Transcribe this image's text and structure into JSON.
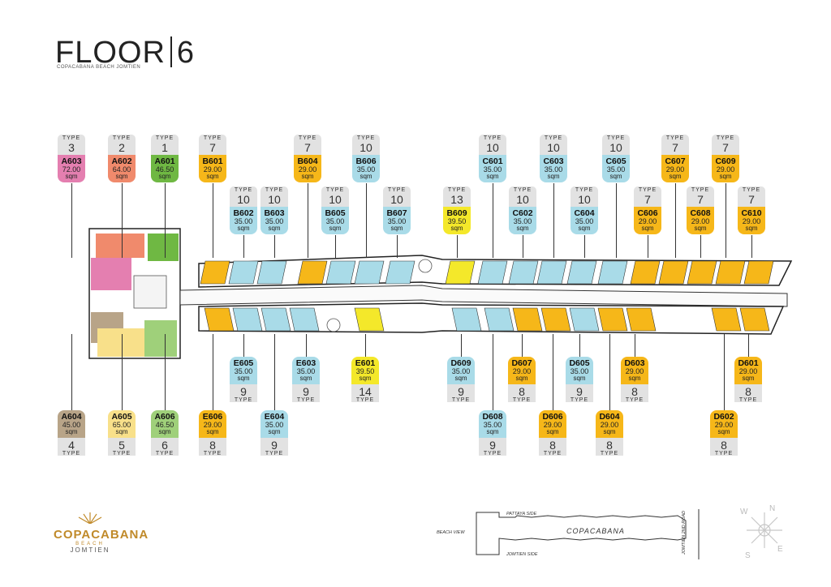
{
  "header": {
    "title_word": "FLOOR",
    "title_number": "6",
    "subtitle": "COPACABANA BEACH JOMTIEN"
  },
  "type_word": "TYPE",
  "sqm_word": "sqm",
  "colors": {
    "type_1": "#6fb843",
    "type_2": "#f08a6c",
    "type_3": "#e47fb0",
    "type_4": "#b8a488",
    "type_5": "#f8e08a",
    "type_6": "#9fd07a",
    "type_7": "#f6b719",
    "type_8": "#f6b719",
    "type_9": "#a9dbe8",
    "type_10": "#a9dbe8",
    "type_13": "#f4e82a",
    "type_14": "#f4e82a",
    "tag_grey": "#e2e2e2"
  },
  "top_units": [
    {
      "id": "A603",
      "type": "3",
      "size": "72.00",
      "sqm": "sqm"
    },
    {
      "id": "A602",
      "type": "2",
      "size": "64.00",
      "sqm": "sqm"
    },
    {
      "id": "A601",
      "type": "1",
      "size": "46.50",
      "sqm": "sqm"
    },
    {
      "id": "B601",
      "type": "7",
      "size": "29.00",
      "sqm": "sqm"
    },
    {
      "id": "B602",
      "type": "10",
      "size": "35.00",
      "sqm": "sqm"
    },
    {
      "id": "B603",
      "type": "10",
      "size": "35.00",
      "sqm": "sqm"
    },
    {
      "id": "B604",
      "type": "7",
      "size": "29.00",
      "sqm": "sqm"
    },
    {
      "id": "B605",
      "type": "10",
      "size": "35.00",
      "sqm": "sqm"
    },
    {
      "id": "B606",
      "type": "10",
      "size": "35.00",
      "sqm": "sqm"
    },
    {
      "id": "B607",
      "type": "10",
      "size": "35.00",
      "sqm": "sqm"
    },
    {
      "id": "B609",
      "type": "13",
      "size": "39.50",
      "sqm": "sqm"
    },
    {
      "id": "C601",
      "type": "10",
      "size": "35.00",
      "sqm": "sqm"
    },
    {
      "id": "C602",
      "type": "10",
      "size": "35.00",
      "sqm": "sqm"
    },
    {
      "id": "C603",
      "type": "10",
      "size": "35.00",
      "sqm": "sqm"
    },
    {
      "id": "C604",
      "type": "10",
      "size": "35.00",
      "sqm": "sqm"
    },
    {
      "id": "C605",
      "type": "10",
      "size": "35.00",
      "sqm": "sqm"
    },
    {
      "id": "C606",
      "type": "7",
      "size": "29.00",
      "sqm": "sqm"
    },
    {
      "id": "C607",
      "type": "7",
      "size": "29.00",
      "sqm": "sqm"
    },
    {
      "id": "C608",
      "type": "7",
      "size": "29.00",
      "sqm": "sqm"
    },
    {
      "id": "C609",
      "type": "7",
      "size": "29.00",
      "sqm": "sqm"
    },
    {
      "id": "C610",
      "type": "7",
      "size": "29.00",
      "sqm": "sqm"
    }
  ],
  "bottom_units": [
    {
      "id": "A604",
      "type": "4",
      "size": "45.00",
      "sqm": "sqm"
    },
    {
      "id": "A605",
      "type": "5",
      "size": "65.00",
      "sqm": "sqm"
    },
    {
      "id": "A606",
      "type": "6",
      "size": "46.50",
      "sqm": "sqm"
    },
    {
      "id": "E606",
      "type": "8",
      "size": "29.00",
      "sqm": "sqm"
    },
    {
      "id": "E605",
      "type": "9",
      "size": "35.00",
      "sqm": "sqm"
    },
    {
      "id": "E604",
      "type": "9",
      "size": "35.00",
      "sqm": "sqm"
    },
    {
      "id": "E603",
      "type": "9",
      "size": "35.00",
      "sqm": "sqm"
    },
    {
      "id": "E601",
      "type": "14",
      "size": "39.50",
      "sqm": "sqm"
    },
    {
      "id": "D609",
      "type": "9",
      "size": "35.00",
      "sqm": "sqm"
    },
    {
      "id": "D608",
      "type": "9",
      "size": "35.00",
      "sqm": "sqm"
    },
    {
      "id": "D607",
      "type": "8",
      "size": "29.00",
      "sqm": "sqm"
    },
    {
      "id": "D606",
      "type": "8",
      "size": "29.00",
      "sqm": "sqm"
    },
    {
      "id": "D605",
      "type": "9",
      "size": "35.00",
      "sqm": "sqm"
    },
    {
      "id": "D604",
      "type": "8",
      "size": "29.00",
      "sqm": "sqm"
    },
    {
      "id": "D603",
      "type": "8",
      "size": "29.00",
      "sqm": "sqm"
    },
    {
      "id": "D602",
      "type": "8",
      "size": "29.00",
      "sqm": "sqm"
    },
    {
      "id": "D601",
      "type": "8",
      "size": "29.00",
      "sqm": "sqm"
    }
  ],
  "logo": {
    "brand": "COPACABANA",
    "beach": "BEACH",
    "location": "JOMTIEN"
  },
  "key_plan": {
    "beach_view": "BEACH VIEW",
    "pattaya_side": "PATTAYA SIDE",
    "name": "COPACABANA",
    "jomtien_side": "JOMTIEN SIDE",
    "road": "JOMTIEN 2ND ROAD"
  },
  "compass": {
    "n": "N",
    "e": "E",
    "s": "S",
    "w": "W"
  }
}
